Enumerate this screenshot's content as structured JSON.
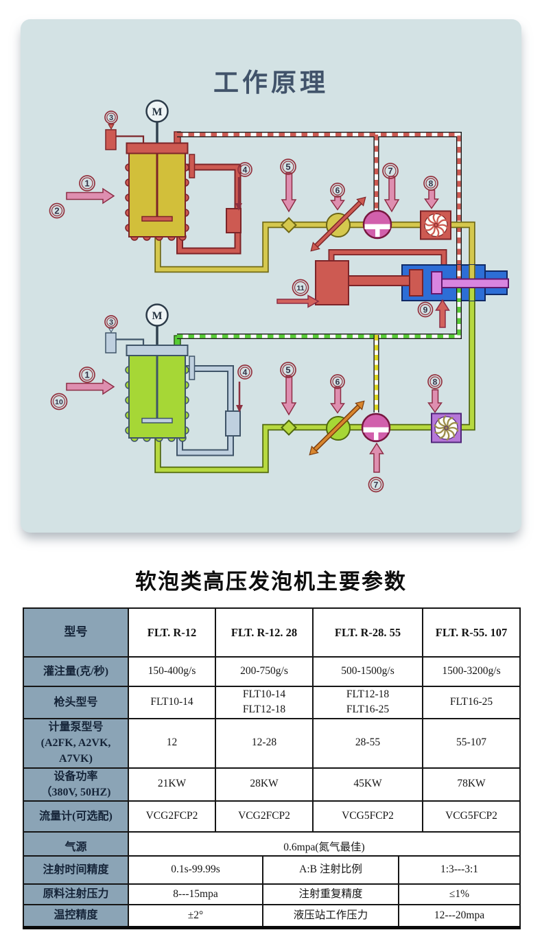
{
  "diagram": {
    "title": "工作原理",
    "motor_label": "M",
    "callouts": {
      "c1": "1",
      "c2": "2",
      "c3": "3",
      "c4": "4",
      "c5": "5",
      "c6": "6",
      "c7": "7",
      "c8": "8",
      "c9": "9",
      "c10": "10",
      "c11": "11"
    },
    "colors": {
      "panel_bg": "#d3e2e4",
      "component_red": "#cd5a52",
      "tank_a_fill": "#d2bf3a",
      "tank_b_fill": "#a6d736",
      "pipe_a_yellow": "#d5c84e",
      "pipe_b_yellowgreen": "#b7d940",
      "dashed_green": "#57cc35",
      "dashed_yellow": "#dcd51d",
      "coolant_grayblue": "#bfd0df",
      "pump_pink": "#d160ac",
      "head_blue": "#2d6ed6",
      "rod_magenta": "#d885e0",
      "fan_violet": "#b677d8"
    }
  },
  "table": {
    "title": "软泡类高压发泡机主要参数",
    "header": [
      "型号",
      "FLT. R-12",
      "FLT. R-12. 28",
      "FLT. R-28. 55",
      "FLT. R-55. 107"
    ],
    "rows": [
      {
        "label": "灌注量(克/秒)",
        "cells": [
          "150-400g/s",
          "200-750g/s",
          "500-1500g/s",
          "1500-3200g/s"
        ]
      },
      {
        "label": "枪头型号",
        "cells": [
          "FLT10-14",
          "FLT10-14\nFLT12-18",
          "FLT12-18\nFLT16-25",
          "FLT16-25"
        ]
      },
      {
        "label": "计量泵型号\n(A2FK, A2VK, A7VK)",
        "cells": [
          "12",
          "12-28",
          "28-55",
          "55-107"
        ]
      },
      {
        "label": "设备功率\n（380V, 50HZ)",
        "cells": [
          "21KW",
          "28KW",
          "45KW",
          "78KW"
        ]
      },
      {
        "label": "流量计(可选配)",
        "cells": [
          "VCG2FCP2",
          "VCG2FCP2",
          "VCG5FCP2",
          "VCG5FCP2"
        ]
      },
      {
        "label": "气源",
        "span_value": "0.6mpa(氮气最佳)"
      }
    ],
    "bottom_rows": [
      {
        "label": "注射时间精度",
        "value": "0.1s-99.99s",
        "mid_label": "A:B 注射比例",
        "right_value": "1:3---3:1"
      },
      {
        "label": "原料注射压力",
        "value": "8---15mpa",
        "mid_label": "注射重复精度",
        "right_value": "≤1%"
      },
      {
        "label": "温控精度",
        "value": "±2°",
        "mid_label": "液压站工作压力",
        "right_value": "12---20mpa"
      }
    ]
  }
}
